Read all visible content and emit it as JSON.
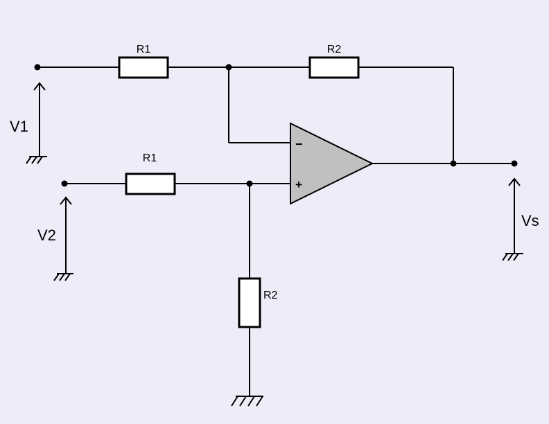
{
  "labels": {
    "r1_top": "R1",
    "r2_top": "R2",
    "r1_bottom": "R1",
    "r2_vertical": "R2",
    "v1": "V1",
    "v2": "V2",
    "vs": "Vs",
    "minus": "−",
    "plus": "+"
  },
  "colors": {
    "background": "#ecedf8",
    "opamp_fill": "#c0c0c0",
    "resistor_fill": "#ffffff",
    "line": "#000000"
  }
}
